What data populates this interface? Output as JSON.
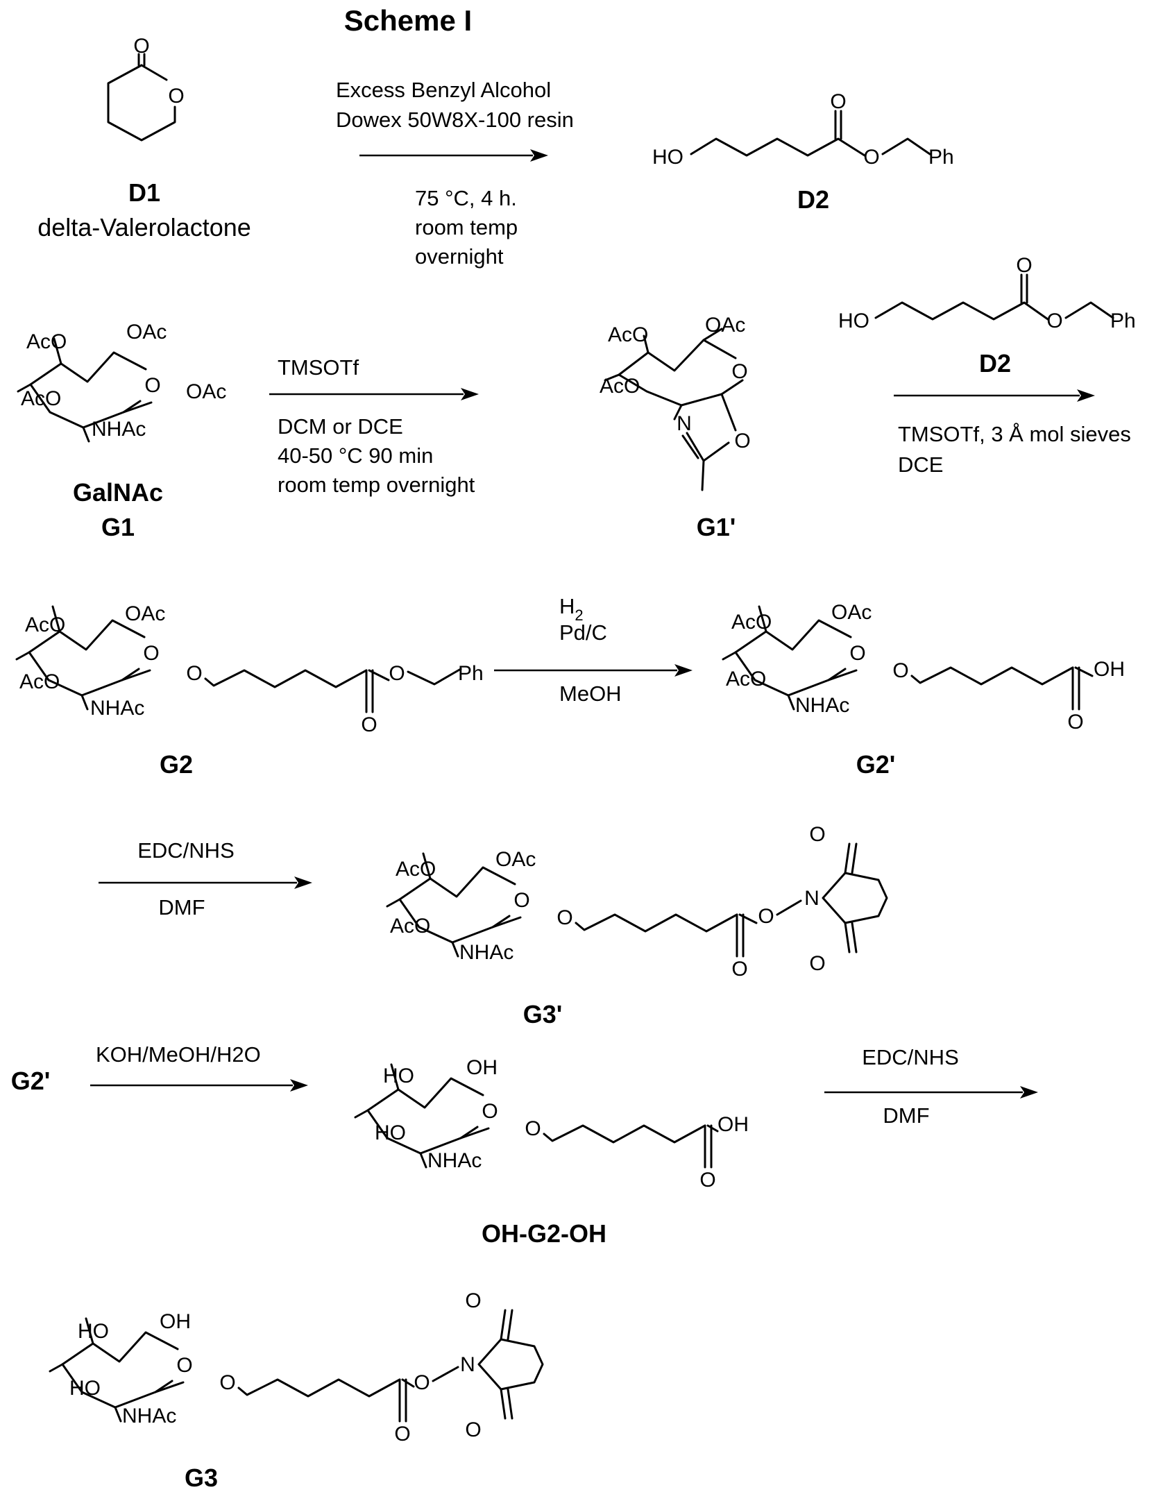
{
  "title": "Scheme I",
  "atoms": {
    "O": "O",
    "HO": "HO",
    "OH": "OH",
    "Ph": "Ph",
    "N": "N",
    "AcO": "AcO",
    "OAc": "OAc",
    "NHAc": "NHAc"
  },
  "compounds": {
    "d1": {
      "id": "D1",
      "name": "delta-Valerolactone"
    },
    "d2": {
      "id": "D2"
    },
    "g1": {
      "name": "GalNAc",
      "id": "G1"
    },
    "g1p": {
      "id": "G1'"
    },
    "g2": {
      "id": "G2"
    },
    "g2p": {
      "id": "G2'"
    },
    "g3p": {
      "id": "G3'"
    },
    "ohg2oh": {
      "id": "OH-G2-OH"
    },
    "g3": {
      "id": "G3"
    }
  },
  "steps": {
    "s1": {
      "above": [
        "Excess Benzyl Alcohol",
        "Dowex 50W8X-100 resin"
      ],
      "below": [
        "75 °C, 4 h.",
        "room temp",
        "overnight"
      ]
    },
    "s2": {
      "above": [
        "TMSOTf"
      ],
      "below": [
        "DCM or DCE",
        "40-50 °C 90 min",
        "room temp overnight"
      ]
    },
    "s3": {
      "below": [
        "TMSOTf, 3 Å mol sieves",
        "DCE"
      ]
    },
    "s4": {
      "above_h": "H",
      "above_sub": "2",
      "above": [
        "Pd/C"
      ],
      "below": [
        "MeOH"
      ]
    },
    "s5": {
      "above": [
        "EDC/NHS"
      ],
      "below": [
        "DMF"
      ]
    },
    "s6": {
      "start": "G2'",
      "above": [
        "KOH/MeOH/H2O"
      ]
    },
    "s7": {
      "above": [
        "EDC/NHS"
      ],
      "below": [
        "DMF"
      ]
    }
  }
}
